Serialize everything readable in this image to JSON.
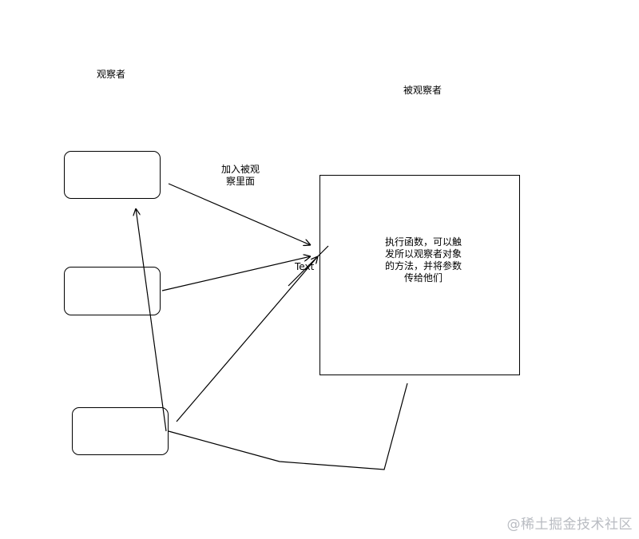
{
  "labels": {
    "observer_title": "观察者",
    "subject_title": "被观察者",
    "add_edge_line1": "加入被观",
    "add_edge_line2": "察里面",
    "subject_text_line1": "执行函数，可以触",
    "subject_text_line2": "发所以观察者对象",
    "subject_text_line3": "的方法，并将参数",
    "subject_text_line4": "传给他们",
    "stray_text": "Text"
  },
  "watermark": "@稀土掘金技术社区",
  "colors": {
    "stroke": "#000000",
    "background": "#ffffff",
    "watermark": "#b9bcc2"
  }
}
